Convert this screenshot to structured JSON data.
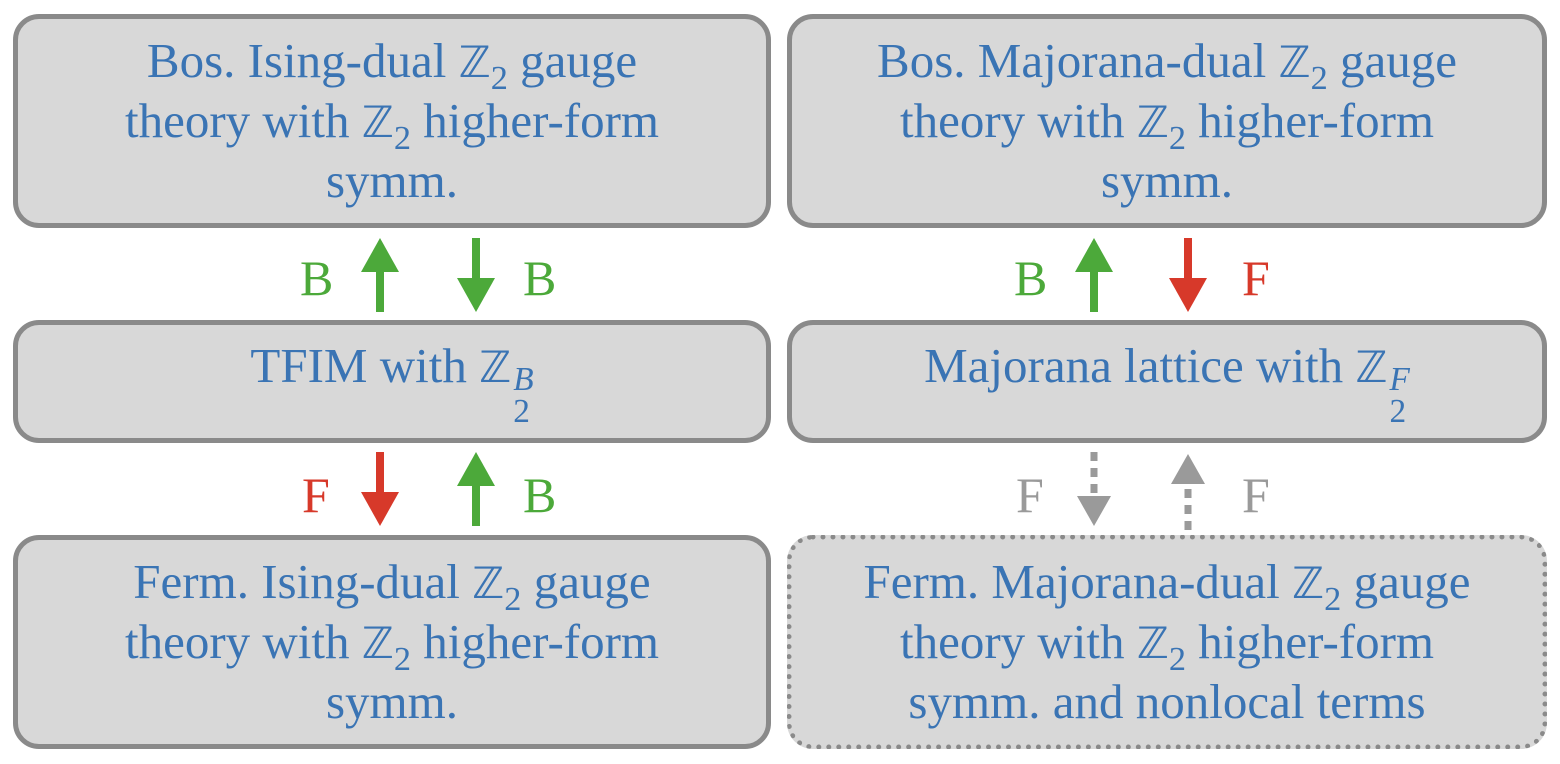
{
  "colors": {
    "text": "#3a74b4",
    "box_fill": "#d8d8d8",
    "box_border": "#8a8a8a",
    "bosonic": "#4ca93a",
    "fermionic": "#d7392a",
    "dashed": "#9a9a9a"
  },
  "boxes": {
    "top_left": {
      "l1a": "Bos. Ising-dual ",
      "l1b": " gauge",
      "l2a": "theory with ",
      "l2b": " higher-form",
      "l3": "symm."
    },
    "mid_left": {
      "a": "TFIM with ",
      "sup": "B"
    },
    "bot_left": {
      "l1a": "Ferm. Ising-dual ",
      "l1b": " gauge",
      "l2a": "theory with ",
      "l2b": " higher-form",
      "l3": "symm."
    },
    "top_right": {
      "l1a": "Bos. Majorana-dual ",
      "l1b": " gauge",
      "l2a": "theory with ",
      "l2b": " higher-form",
      "l3": "symm."
    },
    "mid_right": {
      "a": "Majorana lattice with ",
      "sup": "F"
    },
    "bot_right": {
      "l1a": "Ferm. Majorana-dual ",
      "l1b": " gauge",
      "l2a": "theory with ",
      "l2b": " higher-form",
      "l3": "symm. and nonlocal terms"
    }
  },
  "math": {
    "Z": "ℤ",
    "two": "2"
  },
  "arrow_labels": {
    "left_upper_up": "B",
    "left_upper_down": "B",
    "left_lower_down": "F",
    "left_lower_up": "B",
    "right_upper_up": "B",
    "right_upper_down": "F",
    "right_lower_down": "F",
    "right_lower_up": "F"
  }
}
